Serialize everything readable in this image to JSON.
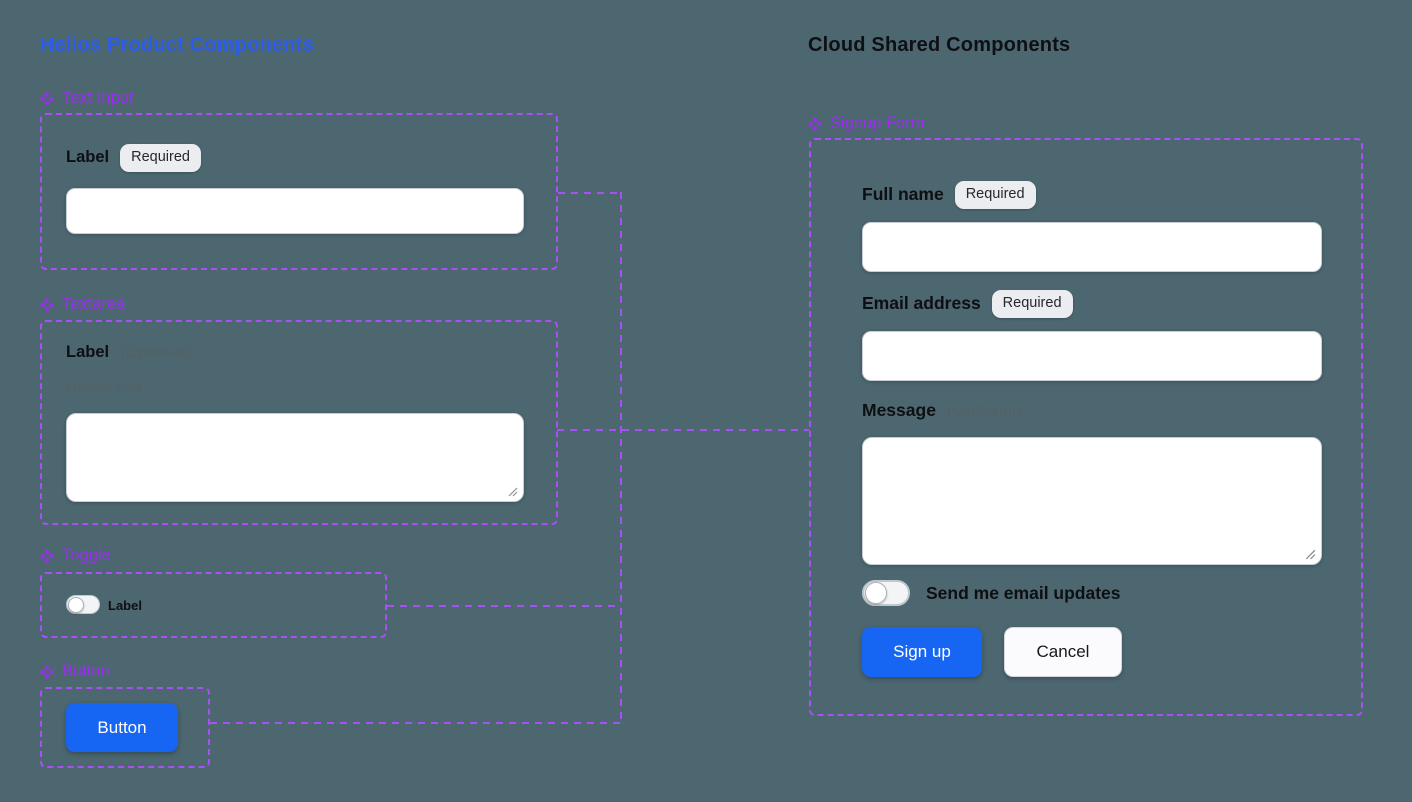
{
  "titles": {
    "left": "Helios Product Components",
    "right": "Cloud Shared Components"
  },
  "sections": {
    "text_input": "Text Input",
    "textarea": "Textarea",
    "toggle": "Toggle",
    "button": "Button",
    "signup_form": "Signup Form"
  },
  "text_input": {
    "label": "Label",
    "badge": "Required",
    "value": "",
    "placeholder": ""
  },
  "textarea": {
    "label": "Label",
    "optional": "(Optional)",
    "helper": "Helper text",
    "value": ""
  },
  "toggle": {
    "label": "Label",
    "state": "off"
  },
  "button": {
    "label": "Button"
  },
  "signup_form": {
    "full_name": {
      "label": "Full name",
      "badge": "Required",
      "value": ""
    },
    "email": {
      "label": "Email address",
      "badge": "Required",
      "value": ""
    },
    "message": {
      "label": "Message",
      "optional": "(Optional)",
      "value": ""
    },
    "toggle_label": "Send me email updates",
    "toggle_state": "off",
    "signup": "Sign up",
    "cancel": "Cancel"
  },
  "colors": {
    "background": "#4C6770",
    "dash_purple": "#A850F5",
    "component_purple": "#9B2DF2",
    "title_blue": "#2B5CEE",
    "title_black": "#0F1014",
    "button_blue": "#1766F3"
  }
}
